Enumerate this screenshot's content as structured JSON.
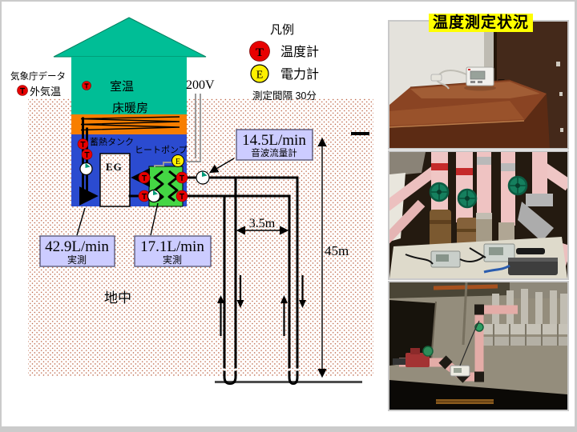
{
  "slide": {
    "title": "温度測定状況"
  },
  "legend": {
    "heading": "凡例",
    "t_symbol": "T",
    "thermometer": "温度計",
    "e_symbol": "E",
    "power_meter": "電力計",
    "interval": "測定間隔 30分"
  },
  "weather": {
    "source": "気象庁データ",
    "outside_temp": "外気温"
  },
  "house": {
    "room_temp": "室温",
    "floor_heating": "床暖房",
    "storage_tank": "蓄熱タンク",
    "heat_pump": "ヒートポンプ",
    "eg_label": "EG",
    "voltage": "200V"
  },
  "underground": {
    "label": "地中",
    "depth": "45m",
    "borehole_spacing": "3.5m"
  },
  "flows": {
    "sonic": {
      "value": "14.5L/min",
      "method": "音波流量計"
    },
    "tank_loop": {
      "value": "42.9L/min",
      "method": "実測"
    },
    "hp_loop": {
      "value": "17.1L/min",
      "method": "実測"
    }
  },
  "colors": {
    "house_teal": "#00BE96",
    "floor_coil_orange": "#F87E00",
    "tank_blue": "#2B4BD0",
    "heat_pump_green": "#44D644",
    "label_lavender": "#CCCCFF",
    "ground_dot": "#B5502D",
    "thermometer_red": "#E80000",
    "power_meter_yellow": "#FFF000",
    "title_highlight": "#FFFF00"
  }
}
